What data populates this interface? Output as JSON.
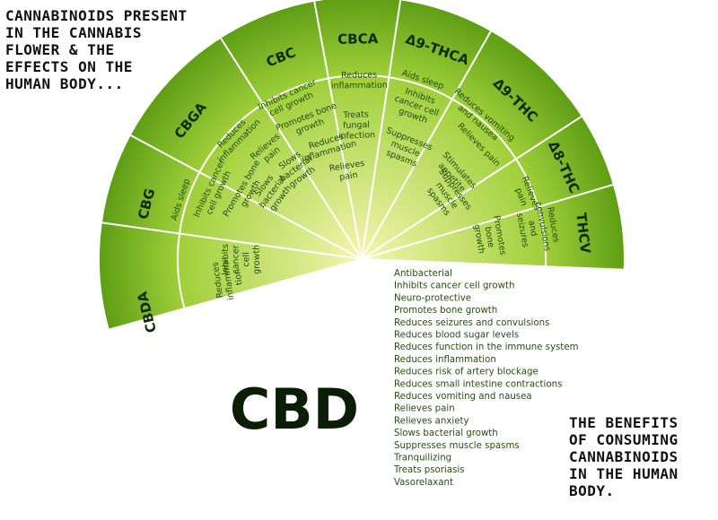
{
  "title_note": {
    "lines": [
      "CANNABINOIDS PRESENT",
      "IN THE CANNABIS",
      "FLOWER & THE",
      "EFFECTS ON THE",
      "HUMAN BODY..."
    ]
  },
  "footer_note": {
    "lines": [
      "THE BENEFITS",
      "OF CONSUMING",
      "CANNABINOIDS",
      "IN THE HUMAN",
      "BODY."
    ]
  },
  "colors": {
    "ring_dark": "#5f9e15",
    "ring_light": "#9fcf3a",
    "core_light": "#eef3a8",
    "cbd_light": "#fdfbd0",
    "cbd_dark": "#d2df68",
    "divider": "#ffffff"
  },
  "segments": [
    {
      "name": "CBDA",
      "effects": [
        [
          "Reduces",
          "inflamma-",
          "tion"
        ],
        [
          "Inhibits",
          "cancer",
          "cell",
          "growth"
        ]
      ]
    },
    {
      "name": "CBG",
      "effects": [
        [
          "Aids sleep"
        ],
        [
          "Inhibits cancer",
          "cell growth"
        ],
        [
          "Promotes bone",
          "growth"
        ],
        [
          "Slows",
          "bacterial",
          "growth"
        ]
      ]
    },
    {
      "name": "CBGA",
      "effects": [
        [
          "Reduces",
          "inflammation"
        ],
        [
          "Relieves",
          "pain"
        ],
        [
          "Slows",
          "bacterial",
          "growth"
        ]
      ]
    },
    {
      "name": "CBC",
      "effects": [
        [
          "Inhibits cancer",
          "cell growth"
        ],
        [
          "Promotes bone",
          "growth"
        ],
        [
          "Reduces",
          "inflammation"
        ],
        [
          "Relieves",
          "pain"
        ]
      ]
    },
    {
      "name": "CBCA",
      "effects": [
        [
          "Reduces",
          "inflammation"
        ],
        [
          "Treats",
          "fungal",
          "infection"
        ]
      ]
    },
    {
      "name": "Δ9-THCA",
      "effects": [
        [
          "Aids sleep"
        ],
        [
          "Inhibits",
          "cancer cell",
          "growth"
        ],
        [
          "Suppresses",
          "muscle",
          "spasms"
        ]
      ]
    },
    {
      "name": "Δ9-THC",
      "effects": [
        [
          "Reduces vomiting",
          "and nausea"
        ],
        [
          "Relieves pain"
        ],
        [
          "Stimulates",
          "appetite"
        ],
        [
          "Suppresses",
          "muscle",
          "spasms"
        ]
      ]
    },
    {
      "name": "Δ8-THC",
      "effects": [
        [
          "Relieves",
          "pain"
        ]
      ]
    },
    {
      "name": "THCV",
      "effects": [
        [
          "Reduces",
          "convulsions",
          "and",
          "seizures"
        ],
        [
          "Promotes",
          "bone",
          "growth"
        ]
      ]
    }
  ],
  "cbd": {
    "name": "CBD",
    "effects": [
      "Antibacterial",
      "Inhibits cancer cell growth",
      "Neuro-protective",
      "Promotes bone growth",
      "Reduces seizures and convulsions",
      "Reduces blood sugar levels",
      "Reduces function in the immune system",
      "Reduces inflammation",
      "Reduces risk of artery blockage",
      "Reduces small intestine contractions",
      "Reduces vomiting and nausea",
      "Relieves pain",
      "Relieves anxiety",
      "Slows bacterial growth",
      "Suppresses muscle spasms",
      "Tranquilizing",
      "Treats psoriasis",
      "Vasorelaxant"
    ]
  }
}
